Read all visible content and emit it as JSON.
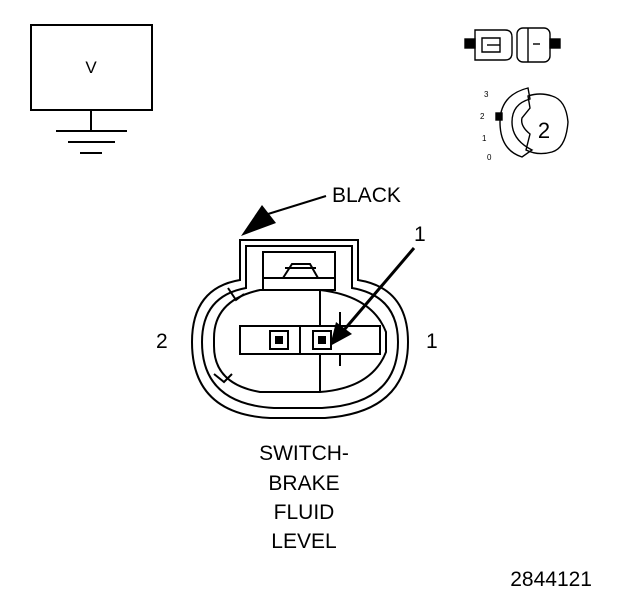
{
  "meter": {
    "label": "V"
  },
  "callout": {
    "color_label": "BLACK",
    "pin_pointer": "1"
  },
  "connector": {
    "pin_left": "2",
    "pin_right": "1"
  },
  "view_icon": {
    "position_ticks": [
      "3",
      "2",
      "1",
      "0"
    ],
    "view_number": "2"
  },
  "caption": {
    "lines": [
      "SWITCH-",
      "BRAKE",
      "FLUID",
      "LEVEL"
    ]
  },
  "figure_id": "2844121",
  "colors": {
    "ink": "#000000",
    "background": "#ffffff"
  }
}
